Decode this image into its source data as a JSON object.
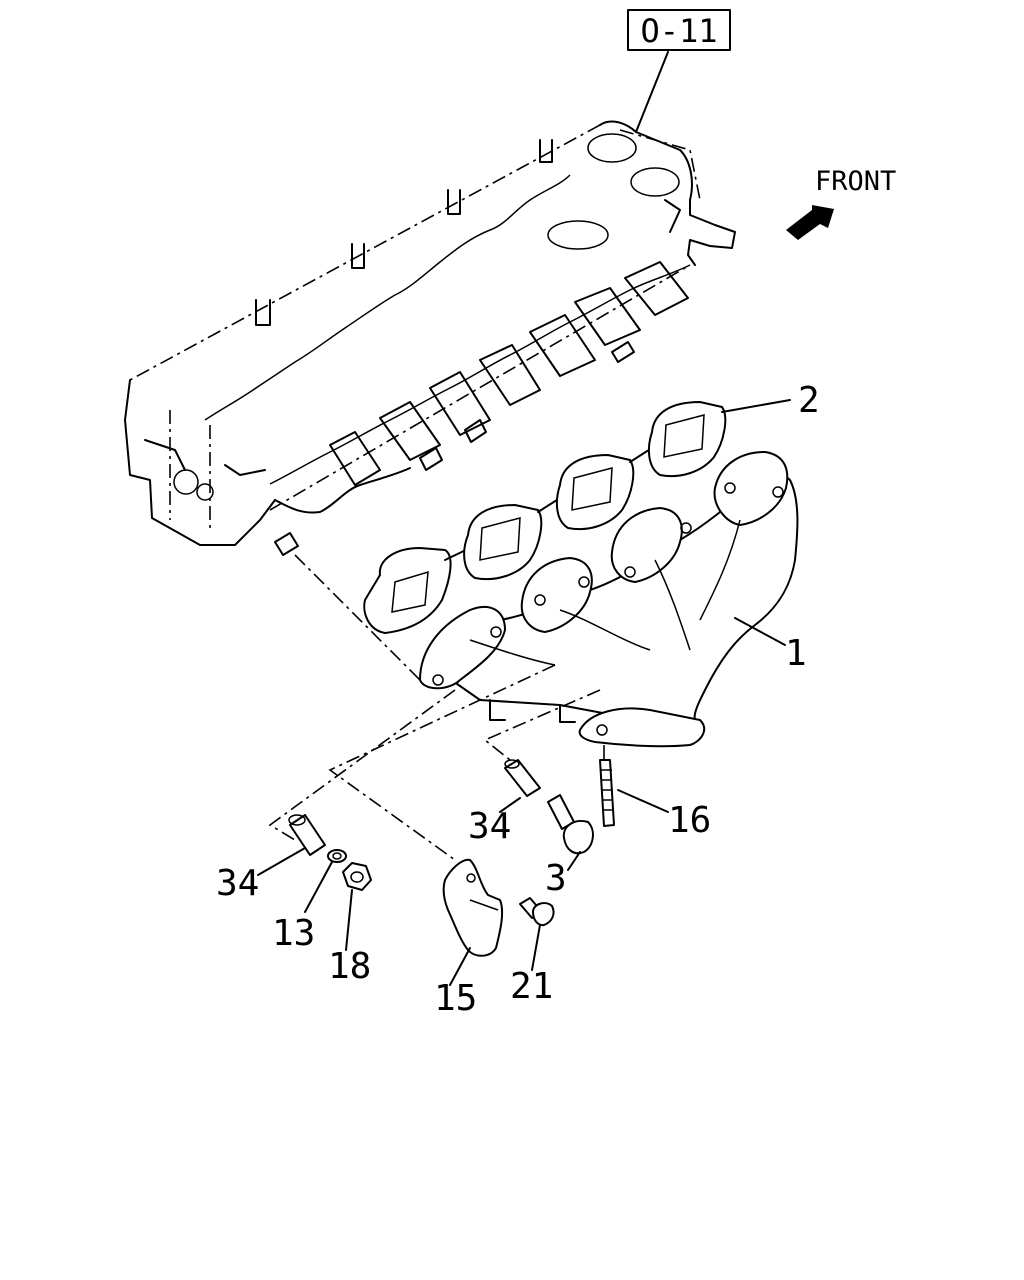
{
  "reference_box": {
    "label": "O-11"
  },
  "direction": {
    "label": "FRONT",
    "arrow_icon": "front-arrow-icon"
  },
  "callouts": [
    {
      "id": "part-1",
      "label": "1"
    },
    {
      "id": "part-2",
      "label": "2"
    },
    {
      "id": "part-3",
      "label": "3"
    },
    {
      "id": "part-13",
      "label": "13"
    },
    {
      "id": "part-15",
      "label": "15"
    },
    {
      "id": "part-16",
      "label": "16"
    },
    {
      "id": "part-18",
      "label": "18"
    },
    {
      "id": "part-21",
      "label": "21"
    },
    {
      "id": "part-34a",
      "label": "34"
    },
    {
      "id": "part-34b",
      "label": "34"
    }
  ],
  "colors": {
    "line": "#000000",
    "background": "#ffffff"
  }
}
